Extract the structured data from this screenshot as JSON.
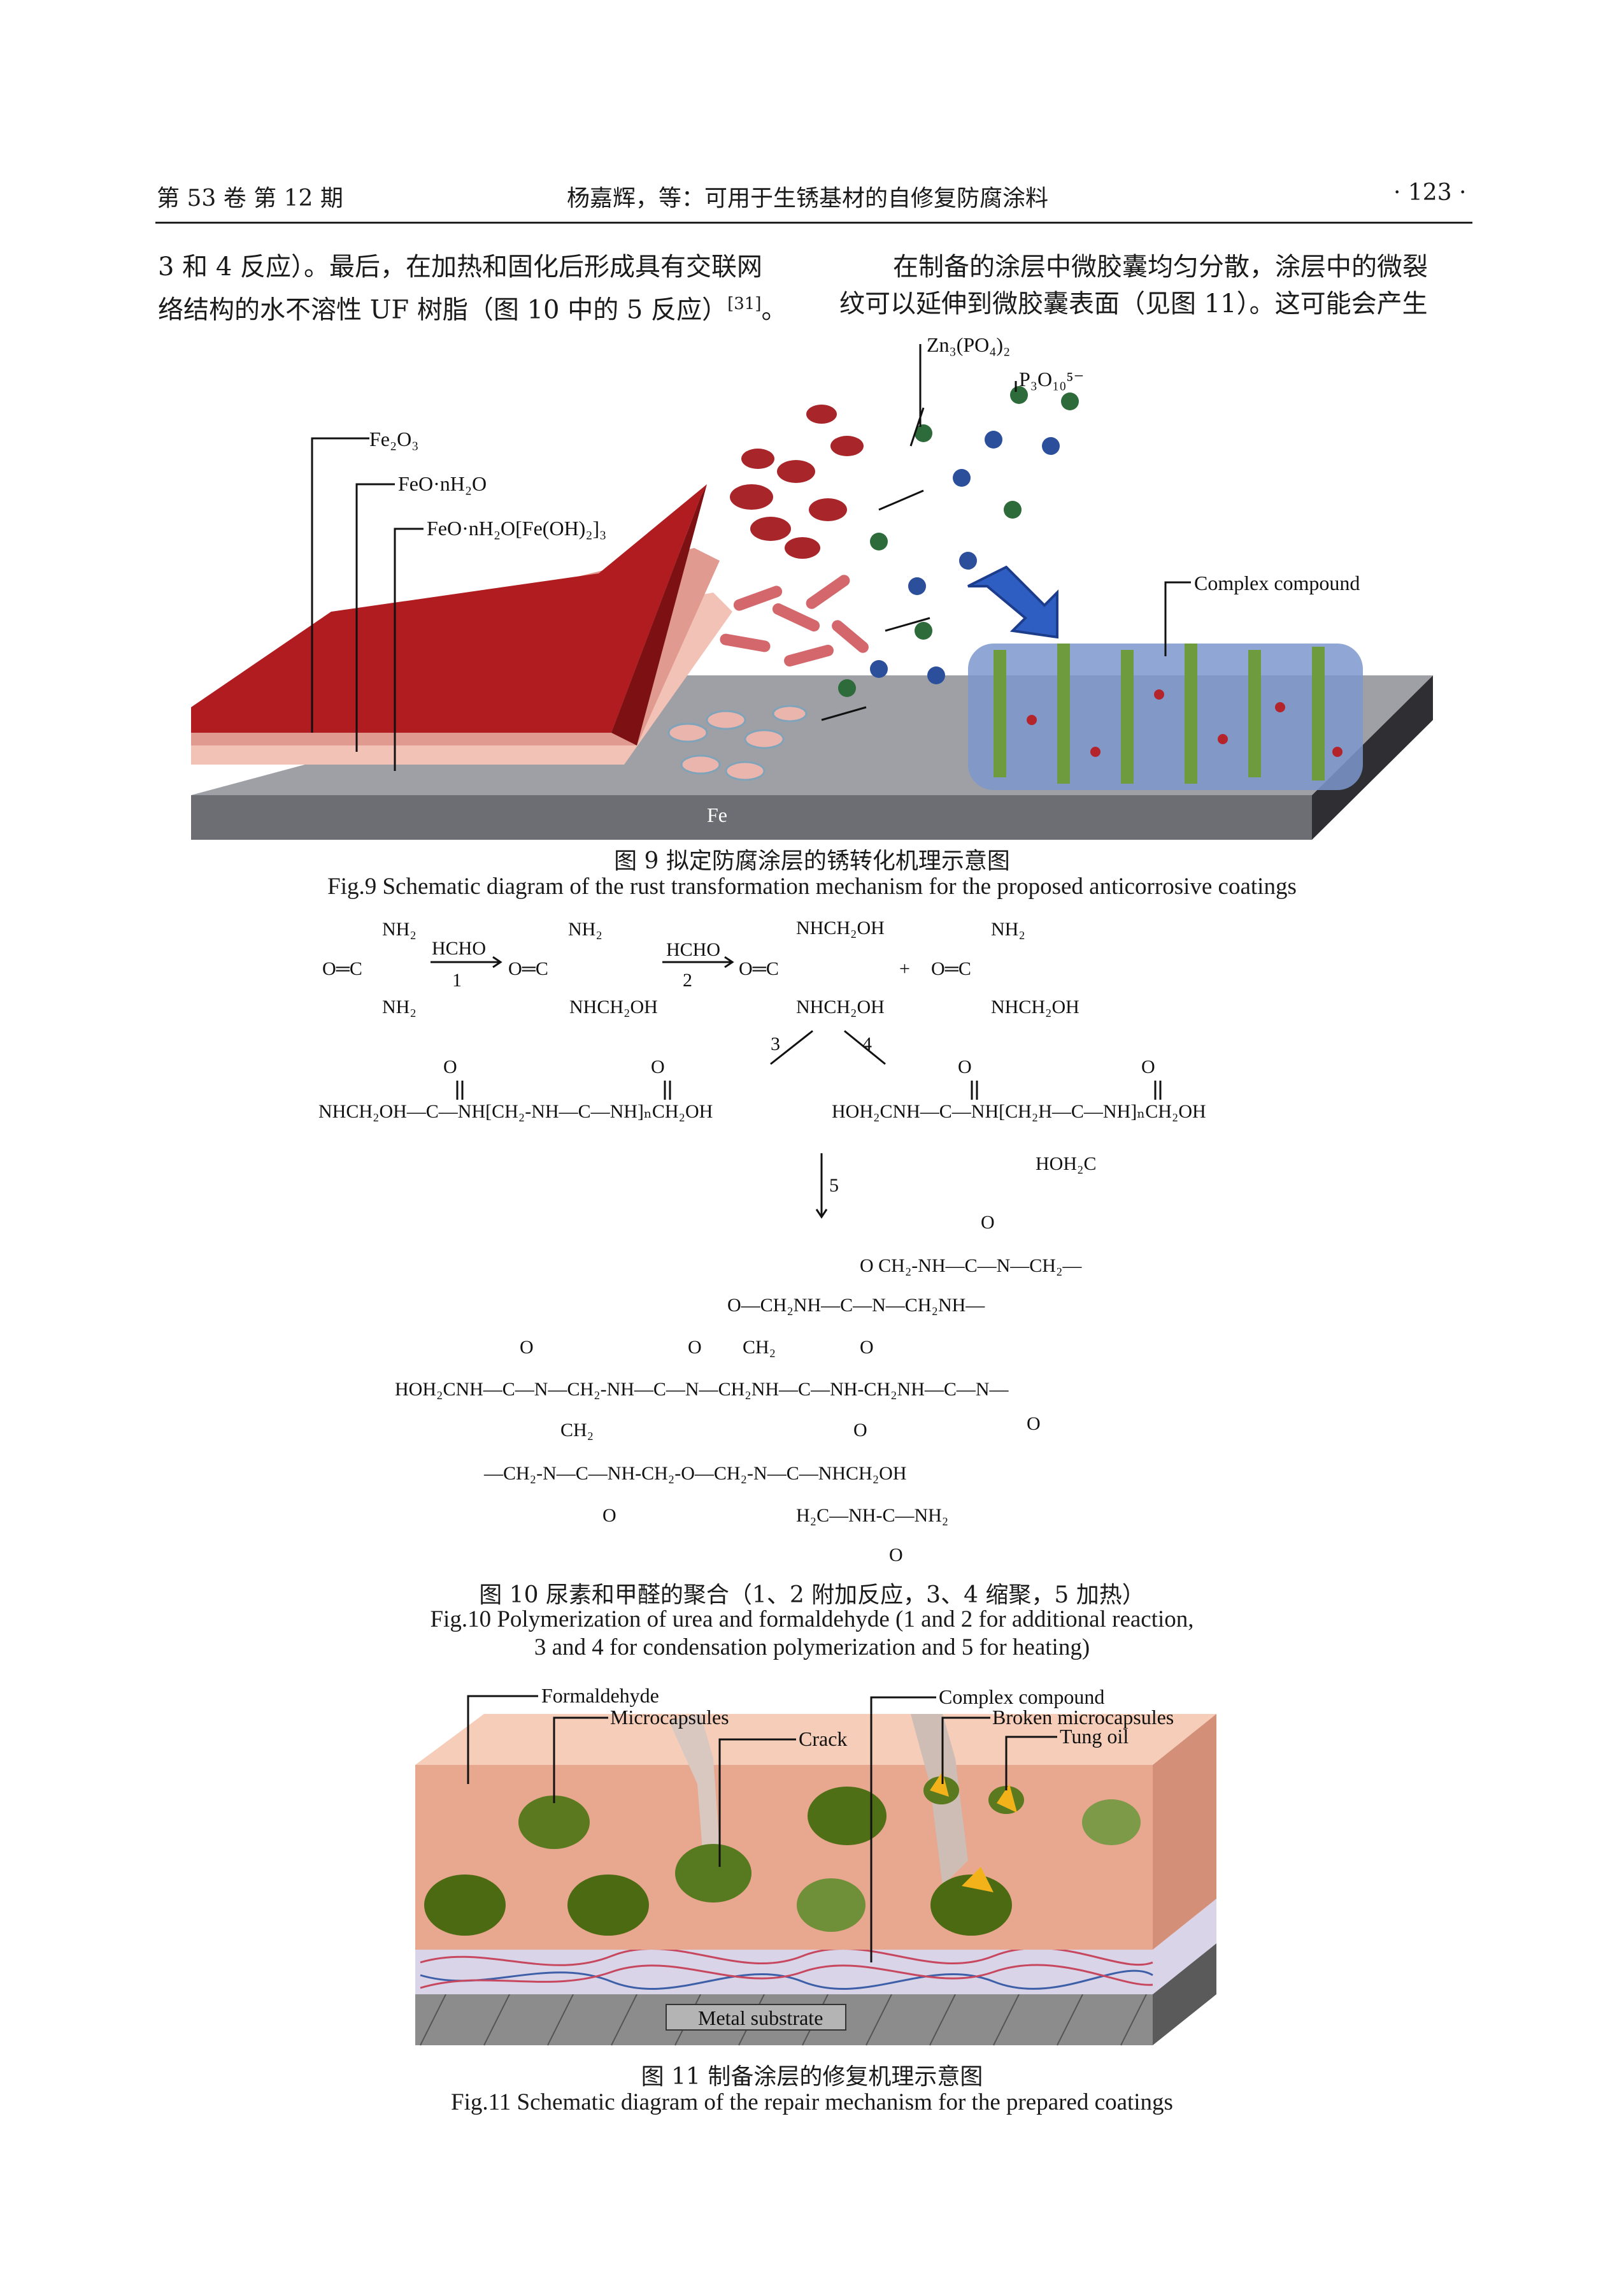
{
  "header": {
    "volume_issue": "第 53 卷   第 12 期",
    "title": "杨嘉辉，等：可用于生锈基材的自修复防腐涂料",
    "page": "· 123 ·"
  },
  "body_text": {
    "left_line1": "3 和 4 反应）。最后，在加热和固化后形成具有交联网",
    "left_line2": "络结构的水不溶性 UF 树脂（图 10 中的 5 反应）",
    "left_ref": "[31]",
    "left_end": "。",
    "right_line1": "在制备的涂层中微胶囊均匀分散，涂层中的微裂",
    "right_line2": "纹可以延伸到微胶囊表面（见图 11）。这可能会产生"
  },
  "fig9": {
    "labels": {
      "fe2o3": "Fe₂O₃",
      "feo_nh2o": "FeO·nH₂O",
      "feo_feoh": "FeO·nH₂O[Fe(OH)₂]₃",
      "zn3po4": "Zn₃(PO₄)₂",
      "p3o10": "P₃O₁₀⁵⁻",
      "complex": "Complex compound",
      "fe": "Fe"
    },
    "caption_cn": "图 9   拟定防腐涂层的锈转化机理示意图",
    "caption_en": "Fig.9 Schematic diagram of the rust transformation mechanism for the proposed anticorrosive coatings"
  },
  "fig10": {
    "reagent": "HCHO",
    "step1": "1",
    "step2": "2",
    "step3": "3",
    "step4": "4",
    "step5": "5",
    "plus": "+",
    "caption_cn": "图 10   尿素和甲醛的聚合（1、2 附加反应，3、4 缩聚，5 加热）",
    "caption_en1": "Fig.10 Polymerization of urea and formaldehyde (1 and 2 for additional reaction,",
    "caption_en2": "3 and 4 for condensation polymerization and 5 for heating)"
  },
  "fig11": {
    "labels": {
      "formaldehyde": "Formaldehyde",
      "microcapsules": "Microcapsules",
      "crack": "Crack",
      "complex": "Complex compound",
      "broken": "Broken microcapsules",
      "tung": "Tung oil",
      "substrate": "Metal substrate"
    },
    "caption_cn": "图 11   制备涂层的修复机理示意图",
    "caption_en": "Fig.11 Schematic diagram of the repair mechanism for the prepared coatings"
  }
}
